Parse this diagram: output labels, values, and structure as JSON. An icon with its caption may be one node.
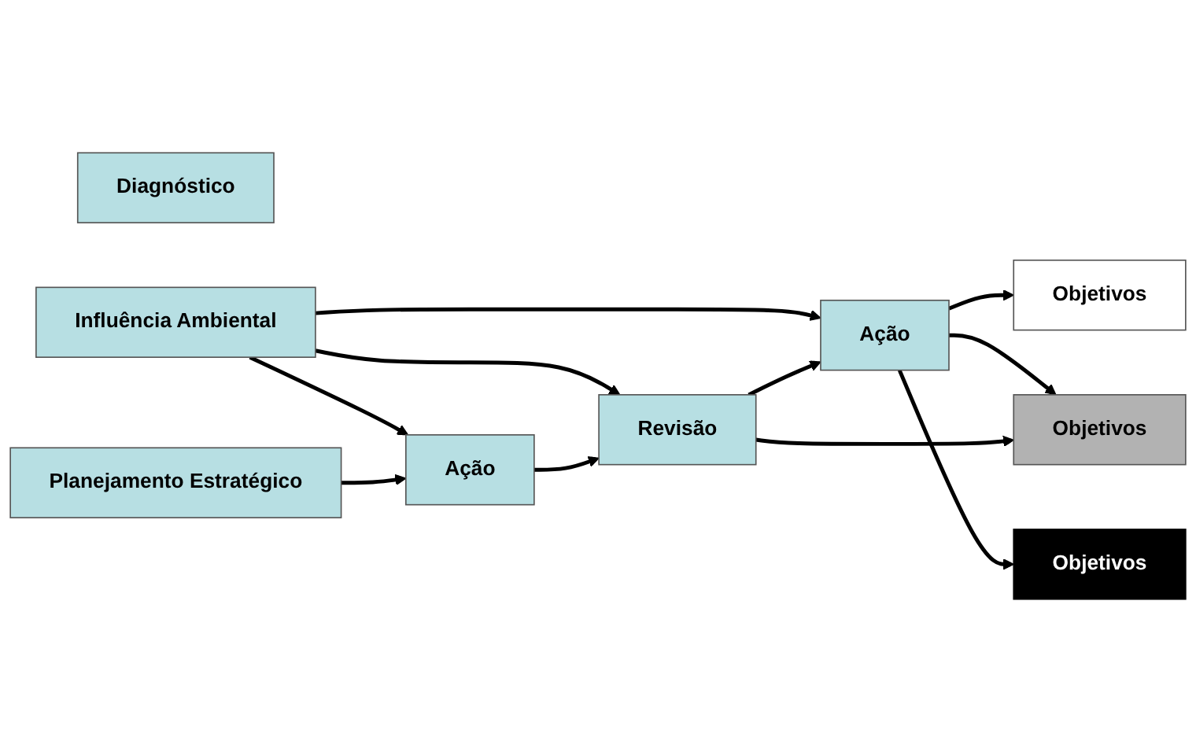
{
  "diagram": {
    "nodes": [
      {
        "text": [
          "Diagnóstico"
        ]
      },
      {
        "text": [
          "Influência Ambiental"
        ]
      },
      {
        "text": [
          "Planejamento Estratégico"
        ]
      },
      {
        "text": [
          "Ação"
        ]
      },
      {
        "text": [
          "Revisão"
        ]
      },
      {
        "text": [
          "Ação"
        ]
      },
      {
        "text": [
          "Objetivos"
        ]
      },
      {
        "text": [
          "Objetivos"
        ]
      },
      {
        "text": [
          "Objetivos"
        ]
      }
    ],
    "edges": [
      {
        "from": 1,
        "to": 3,
        "arrow": "to"
      },
      {
        "from": 1,
        "to": 4,
        "arrow": "to"
      },
      {
        "from": 1,
        "to": 5,
        "arrow": "to"
      },
      {
        "from": 2,
        "to": 3,
        "arrow": "to"
      },
      {
        "from": 3,
        "to": 4,
        "arrow": "to"
      },
      {
        "from": 4,
        "to": 5,
        "arrow": "to"
      },
      {
        "from": 5,
        "to": 6,
        "arrow": "to"
      },
      {
        "from": 5,
        "to": 7,
        "arrow": "to"
      },
      {
        "from": 5,
        "to": 8,
        "arrow": "to"
      },
      {
        "from": 4,
        "to": 7,
        "arrow": "to"
      }
    ]
  }
}
